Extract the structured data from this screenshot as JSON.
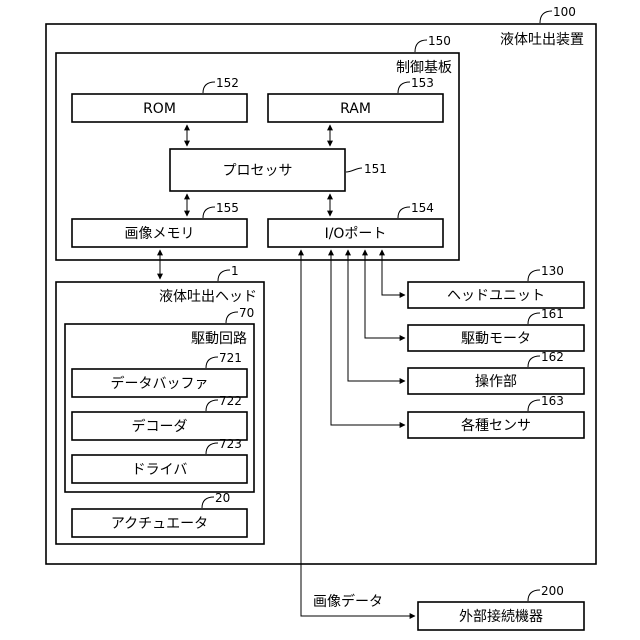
{
  "device": {
    "ref": "100",
    "label": "液体吐出装置"
  },
  "control_board": {
    "ref": "150",
    "label": "制御基板",
    "rom": {
      "ref": "152",
      "label": "ROM"
    },
    "ram": {
      "ref": "153",
      "label": "RAM"
    },
    "processor": {
      "ref": "151",
      "label": "プロセッサ"
    },
    "image_memory": {
      "ref": "155",
      "label": "画像メモリ"
    },
    "io_port": {
      "ref": "154",
      "label": "I/Oポート"
    }
  },
  "head": {
    "ref": "1",
    "label": "液体吐出ヘッド",
    "drive_circuit": {
      "ref": "70",
      "label": "駆動回路",
      "data_buffer": {
        "ref": "721",
        "label": "データバッファ"
      },
      "decoder": {
        "ref": "722",
        "label": "デコーダ"
      },
      "driver": {
        "ref": "723",
        "label": "ドライバ"
      }
    },
    "actuator": {
      "ref": "20",
      "label": "アクチュエータ"
    }
  },
  "peripherals": {
    "head_unit": {
      "ref": "130",
      "label": "ヘッドユニット"
    },
    "drive_motor": {
      "ref": "161",
      "label": "駆動モータ"
    },
    "operation": {
      "ref": "162",
      "label": "操作部"
    },
    "sensors": {
      "ref": "163",
      "label": "各種センサ"
    }
  },
  "external": {
    "ref": "200",
    "label": "外部接続機器"
  },
  "image_data_label": "画像データ"
}
